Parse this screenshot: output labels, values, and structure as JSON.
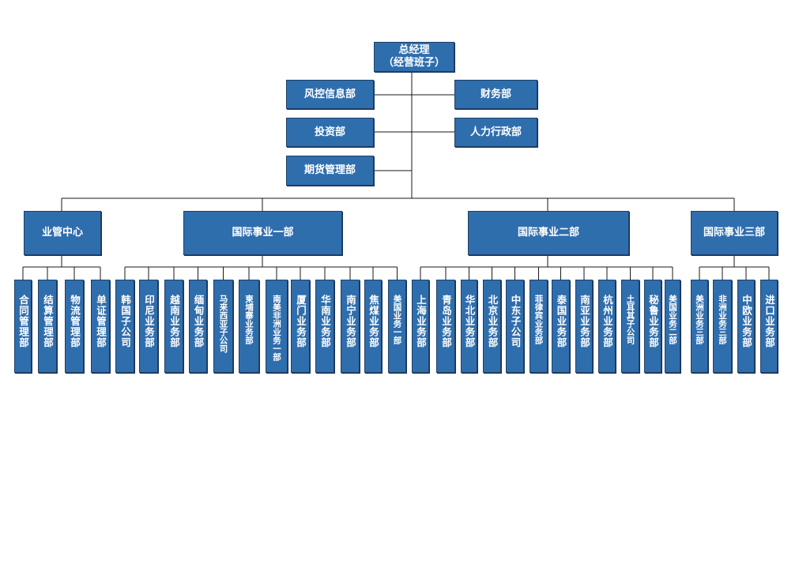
{
  "org": {
    "root": {
      "name": "总经理",
      "sub": "（经营班子）"
    },
    "staff_left": [
      "风控信息部",
      "投资部",
      "期货管理部"
    ],
    "staff_right": [
      "财务部",
      "人力行政部"
    ],
    "divisions": [
      {
        "name": "业管中心",
        "units": [
          "合同管理部",
          "结算管理部",
          "物流管理部",
          "单证管理部"
        ]
      },
      {
        "name": "国际事业一部",
        "units": [
          "韩国子公司",
          "印尼业务部",
          "越南业务部",
          "缅甸业务部",
          "马来西亚子公司",
          "柬埔寨业务部",
          "南美非洲业务一部",
          "厦门业务部",
          "华南业务部",
          "南宁业务部",
          "焦煤业务部",
          "美国业务一部"
        ]
      },
      {
        "name": "国际事业二部",
        "units": [
          "上海业务部",
          "青岛业务部",
          "华北业务部",
          "北京业务部",
          "中东子公司",
          "菲律宾业务部",
          "泰国业务部",
          "南亚业务部",
          "杭州业务部",
          "土耳其子公司",
          "秘鲁业务部",
          "美国业务二部"
        ]
      },
      {
        "name": "国际事业三部",
        "units": [
          "美洲业务三部",
          "非洲业务三部",
          "中欧业务部",
          "进口业务部"
        ]
      }
    ]
  }
}
